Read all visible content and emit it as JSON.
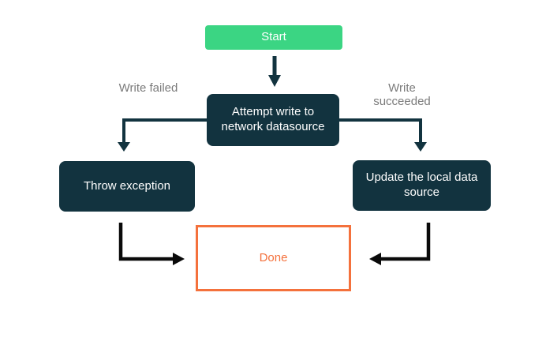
{
  "diagram": {
    "type": "flowchart",
    "nodes": {
      "start": {
        "label": "Start"
      },
      "attempt": {
        "label": "Attempt write to network datasource"
      },
      "throw_exception": {
        "label": "Throw exception"
      },
      "update_local": {
        "label": "Update the local data source"
      },
      "done": {
        "label": "Done"
      }
    },
    "edge_labels": {
      "write_failed": "Write failed",
      "write_succeeded": "Write succeeded"
    },
    "colors": {
      "canvas_bg": "#ffffff",
      "start_bg": "#3bd583",
      "node_bg": "#12333f",
      "node_text": "#ffffff",
      "done_accent": "#f4713c",
      "edge_label": "#7b7b7b",
      "connector": "#12333f",
      "connector_black": "#0a0a0a"
    }
  }
}
